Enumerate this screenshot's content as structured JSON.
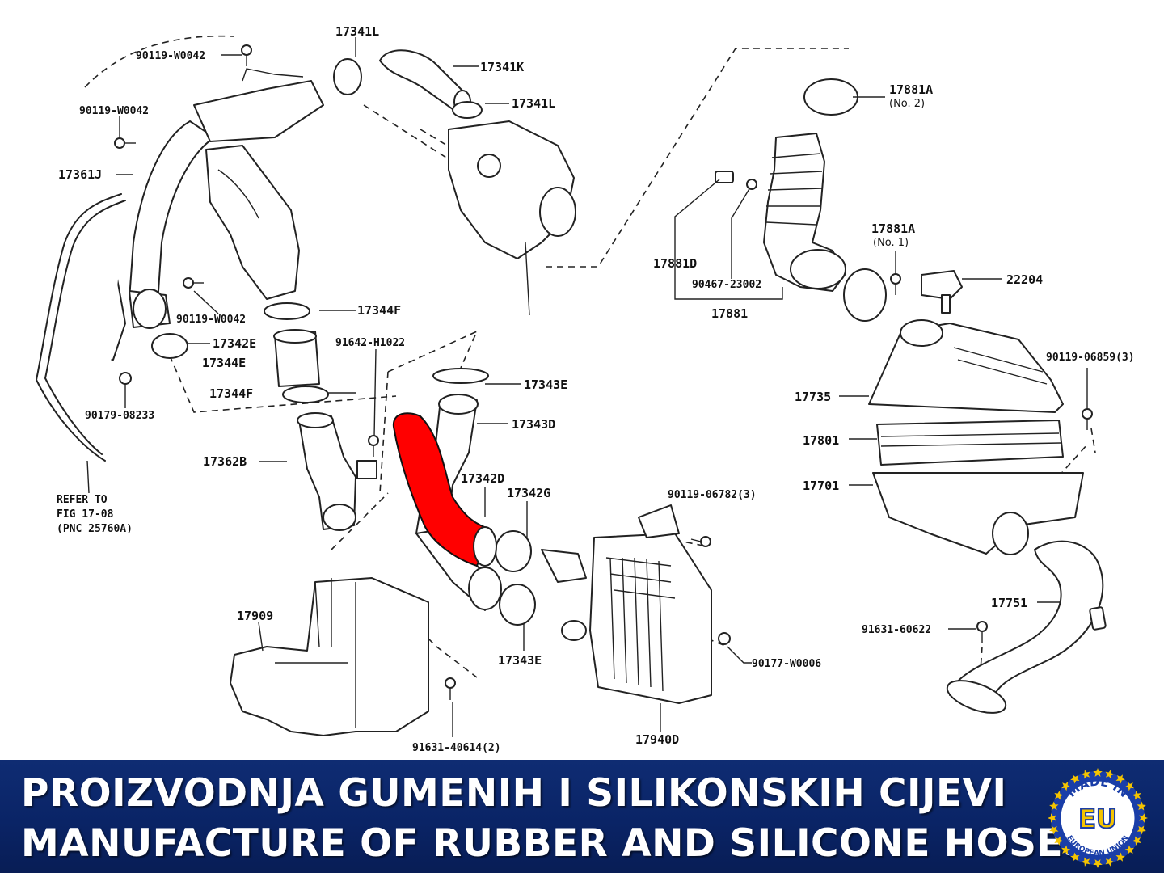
{
  "diagram": {
    "labels": {
      "l_17341L_a": "17341L",
      "l_17341K": "17341K",
      "l_17341L_b": "17341L",
      "l_90119W0042_a": "90119-W0042",
      "l_90119W0042_b": "90119-W0042",
      "l_17361J": "17361J",
      "l_90119W0042_c": "90119-W0042",
      "l_17344F_a": "17344F",
      "l_17342E": "17342E",
      "l_17344E": "17344E",
      "l_91642H1022": "91642-H1022",
      "l_17344F_b": "17344F",
      "l_90179_08233": "90179-08233",
      "l_17362B": "17362B",
      "l_17343E_a": "17343E",
      "l_17343D": "17343D",
      "l_17342D": "17342D",
      "l_17342G": "17342G",
      "l_17343E_b": "17343E",
      "l_17909": "17909",
      "l_91631_40614": "91631-40614(2)",
      "l_17940D": "17940D",
      "l_90119_06782": "90119-06782(3)",
      "l_90177W0006": "90177-W0006",
      "l_17881A_a": "17881A",
      "l_no2": "(No. 2)",
      "l_17881D": "17881D",
      "l_90467_23002": "90467-23002",
      "l_17881": "17881",
      "l_17881A_b": "17881A",
      "l_no1": "(No. 1)",
      "l_22204": "22204",
      "l_90119_06859": "90119-06859(3)",
      "l_17735": "17735",
      "l_17801": "17801",
      "l_17701": "17701",
      "l_17751": "17751",
      "l_91631_60622": "91631-60622",
      "refer_line1": "REFER TO",
      "refer_line2": "FIG 17-08",
      "refer_line3": "(PNC 25760A)"
    },
    "highlight_color": "#ff0000"
  },
  "banner": {
    "line1": "PROIZVODNJA GUMENIH I SILIKONSKIH CIJEVI",
    "line2": "MANUFACTURE OF RUBBER AND SILICONE HOSES",
    "background": "#0a2466",
    "badge": {
      "made_in": "MADE IN",
      "eu": "EU",
      "union": "EUROPEAN UNION",
      "star_color": "#f5c400",
      "circle_color": "#1a3ea8"
    }
  }
}
